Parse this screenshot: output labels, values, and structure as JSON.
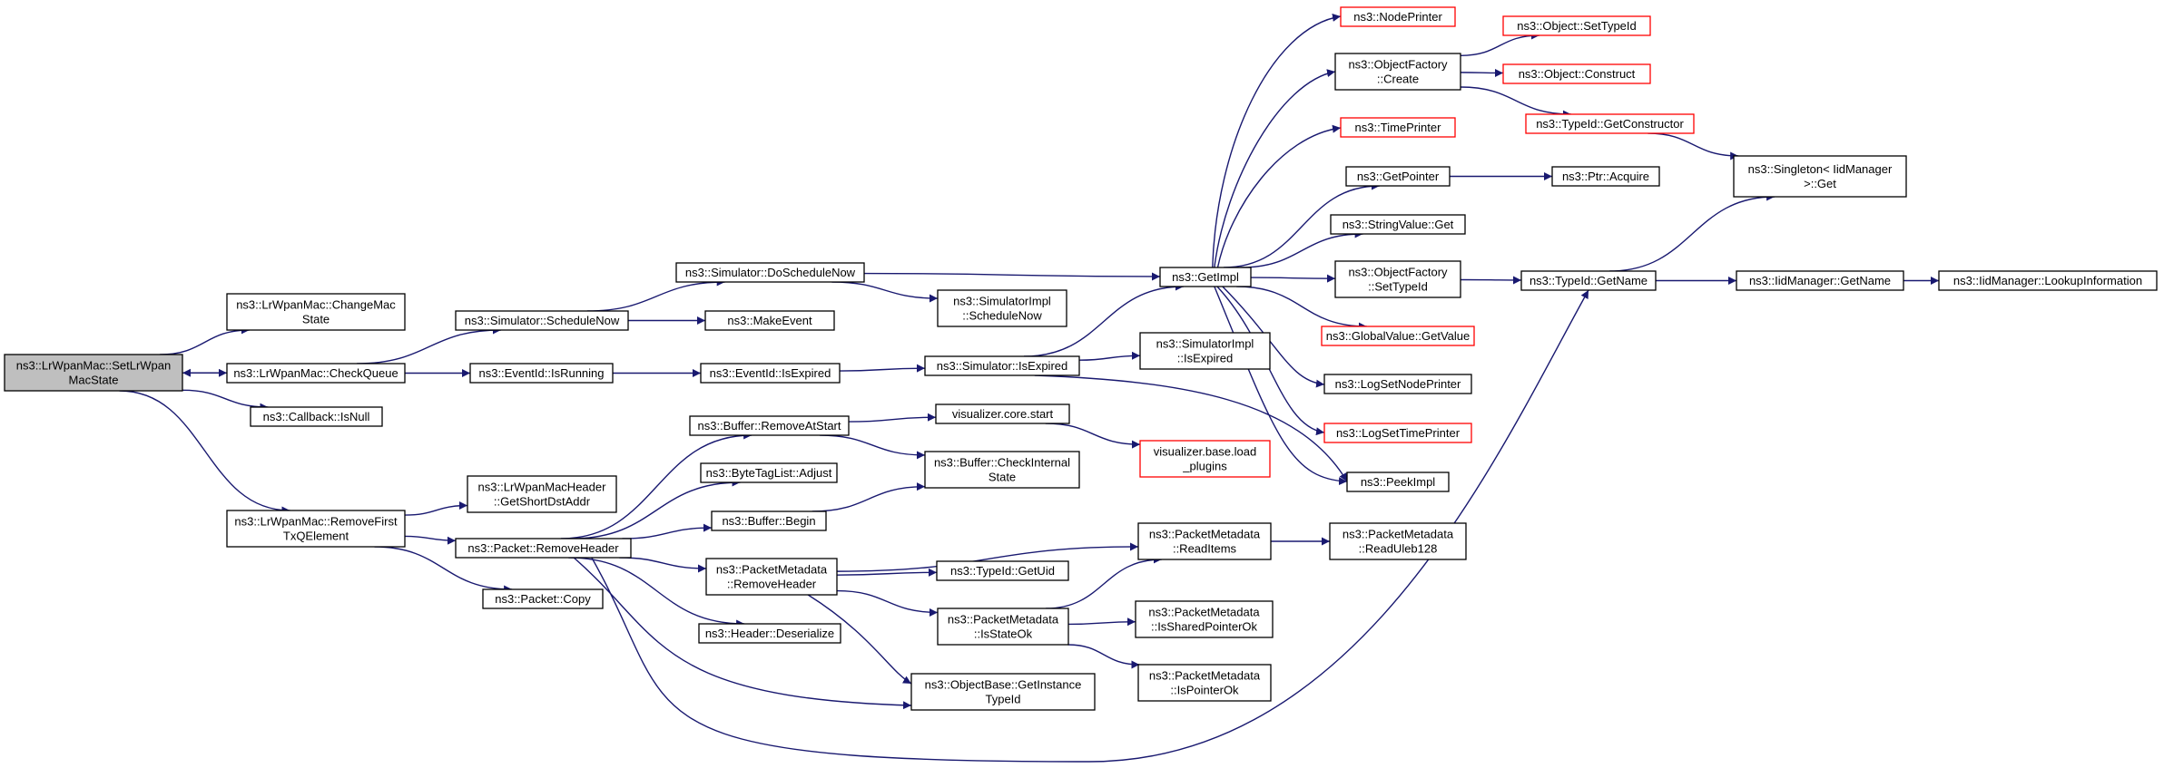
{
  "colors": {
    "edge": "#191970",
    "node_border": "#000000",
    "external_border": "#ff0000",
    "root_fill": "#bfbfbf",
    "node_fill": "#ffffff",
    "text": "#000000"
  },
  "nodes": [
    {
      "id": "setlrwpanmacstate",
      "lines": [
        "ns3::LrWpanMac::SetLrWpan",
        "MacState"
      ],
      "style": "root"
    },
    {
      "id": "changemacstate",
      "lines": [
        "ns3::LrWpanMac::ChangeMac",
        "State"
      ],
      "style": "normal"
    },
    {
      "id": "checkqueue",
      "lines": [
        "ns3::LrWpanMac::CheckQueue"
      ],
      "style": "normal"
    },
    {
      "id": "callback-isnull",
      "lines": [
        "ns3::Callback::IsNull"
      ],
      "style": "normal"
    },
    {
      "id": "removefirsttxqelement",
      "lines": [
        "ns3::LrWpanMac::RemoveFirst",
        "TxQElement"
      ],
      "style": "normal"
    },
    {
      "id": "simulator-schedulenow",
      "lines": [
        "ns3::Simulator::ScheduleNow"
      ],
      "style": "normal"
    },
    {
      "id": "eventid-isrunning",
      "lines": [
        "ns3::EventId::IsRunning"
      ],
      "style": "normal"
    },
    {
      "id": "getshortdstaddr",
      "lines": [
        "ns3::LrWpanMacHeader",
        "::GetShortDstAddr"
      ],
      "style": "normal"
    },
    {
      "id": "packet-removeheader",
      "lines": [
        "ns3::Packet::RemoveHeader"
      ],
      "style": "normal"
    },
    {
      "id": "packet-copy",
      "lines": [
        "ns3::Packet::Copy"
      ],
      "style": "normal"
    },
    {
      "id": "simulator-doschedulenow",
      "lines": [
        "ns3::Simulator::DoScheduleNow"
      ],
      "style": "normal"
    },
    {
      "id": "makeevent",
      "lines": [
        "ns3::MakeEvent"
      ],
      "style": "normal"
    },
    {
      "id": "eventid-isexpired",
      "lines": [
        "ns3::EventId::IsExpired"
      ],
      "style": "normal"
    },
    {
      "id": "buffer-removeatstart",
      "lines": [
        "ns3::Buffer::RemoveAtStart"
      ],
      "style": "normal"
    },
    {
      "id": "bytetaglist-adjust",
      "lines": [
        "ns3::ByteTagList::Adjust"
      ],
      "style": "normal"
    },
    {
      "id": "buffer-begin",
      "lines": [
        "ns3::Buffer::Begin"
      ],
      "style": "normal"
    },
    {
      "id": "packetmetadata-removeheader",
      "lines": [
        "ns3::PacketMetadata",
        "::RemoveHeader"
      ],
      "style": "normal"
    },
    {
      "id": "header-deserialize",
      "lines": [
        "ns3::Header::Deserialize"
      ],
      "style": "normal"
    },
    {
      "id": "simulatorimpl-schedulenow",
      "lines": [
        "ns3::SimulatorImpl",
        "::ScheduleNow"
      ],
      "style": "normal"
    },
    {
      "id": "simulator-isexpired",
      "lines": [
        "ns3::Simulator::IsExpired"
      ],
      "style": "normal"
    },
    {
      "id": "visualizer-core-start",
      "lines": [
        "visualizer.core.start"
      ],
      "style": "normal"
    },
    {
      "id": "buffer-checkinternalstate",
      "lines": [
        "ns3::Buffer::CheckInternal",
        "State"
      ],
      "style": "normal"
    },
    {
      "id": "typeid-getuid",
      "lines": [
        "ns3::TypeId::GetUid"
      ],
      "style": "normal"
    },
    {
      "id": "packetmetadata-isstateok",
      "lines": [
        "ns3::PacketMetadata",
        "::IsStateOk"
      ],
      "style": "normal"
    },
    {
      "id": "objectbase-getinstancetypeid",
      "lines": [
        "ns3::ObjectBase::GetInstance",
        "TypeId"
      ],
      "style": "normal"
    },
    {
      "id": "getimpl",
      "lines": [
        "ns3::GetImpl"
      ],
      "style": "normal"
    },
    {
      "id": "simulatorimpl-isexpired",
      "lines": [
        "ns3::SimulatorImpl",
        "::IsExpired"
      ],
      "style": "normal"
    },
    {
      "id": "visualizer-base-loadplugins",
      "lines": [
        "visualizer.base.load",
        "_plugins"
      ],
      "style": "external"
    },
    {
      "id": "packetmetadata-readitems",
      "lines": [
        "ns3::PacketMetadata",
        "::ReadItems"
      ],
      "style": "normal"
    },
    {
      "id": "packetmetadata-issharedpointerok",
      "lines": [
        "ns3::PacketMetadata",
        "::IsSharedPointerOk"
      ],
      "style": "normal"
    },
    {
      "id": "packetmetadata-ispointerok",
      "lines": [
        "ns3::PacketMetadata",
        "::IsPointerOk"
      ],
      "style": "normal"
    },
    {
      "id": "nodeprinter",
      "lines": [
        "ns3::NodePrinter"
      ],
      "style": "external"
    },
    {
      "id": "objectfactory-create",
      "lines": [
        "ns3::ObjectFactory",
        "::Create"
      ],
      "style": "normal"
    },
    {
      "id": "timeprinter",
      "lines": [
        "ns3::TimePrinter"
      ],
      "style": "external"
    },
    {
      "id": "getpointer",
      "lines": [
        "ns3::GetPointer"
      ],
      "style": "normal"
    },
    {
      "id": "stringvalue-get",
      "lines": [
        "ns3::StringValue::Get"
      ],
      "style": "normal"
    },
    {
      "id": "objectfactory-settypeid",
      "lines": [
        "ns3::ObjectFactory",
        "::SetTypeId"
      ],
      "style": "normal"
    },
    {
      "id": "globalvalue-getvalue",
      "lines": [
        "ns3::GlobalValue::GetValue"
      ],
      "style": "external"
    },
    {
      "id": "logsetnodeprinter",
      "lines": [
        "ns3::LogSetNodePrinter"
      ],
      "style": "normal"
    },
    {
      "id": "logsettimeprinter",
      "lines": [
        "ns3::LogSetTimePrinter"
      ],
      "style": "external"
    },
    {
      "id": "peekimpl",
      "lines": [
        "ns3::PeekImpl"
      ],
      "style": "normal"
    },
    {
      "id": "packetmetadata-readuleb128",
      "lines": [
        "ns3::PacketMetadata",
        "::ReadUleb128"
      ],
      "style": "normal"
    },
    {
      "id": "object-settypeid",
      "lines": [
        "ns3::Object::SetTypeId"
      ],
      "style": "external"
    },
    {
      "id": "object-construct",
      "lines": [
        "ns3::Object::Construct"
      ],
      "style": "external"
    },
    {
      "id": "typeid-getconstructor",
      "lines": [
        "ns3::TypeId::GetConstructor"
      ],
      "style": "external"
    },
    {
      "id": "ptr-acquire",
      "lines": [
        "ns3::Ptr::Acquire"
      ],
      "style": "normal"
    },
    {
      "id": "typeid-getname",
      "lines": [
        "ns3::TypeId::GetName"
      ],
      "style": "normal"
    },
    {
      "id": "singleton-iidmanager-get",
      "lines": [
        "ns3::Singleton< IidManager",
        ">::Get"
      ],
      "style": "normal"
    },
    {
      "id": "iidmanager-getname",
      "lines": [
        "ns3::IidManager::GetName"
      ],
      "style": "normal"
    },
    {
      "id": "iidmanager-lookupinformation",
      "lines": [
        "ns3::IidManager::LookupInformation"
      ],
      "style": "normal"
    }
  ],
  "edges": [
    [
      "setlrwpanmacstate",
      "changemacstate"
    ],
    [
      "setlrwpanmacstate",
      "checkqueue"
    ],
    [
      "setlrwpanmacstate",
      "callback-isnull"
    ],
    [
      "setlrwpanmacstate",
      "removefirsttxqelement"
    ],
    [
      "checkqueue",
      "setlrwpanmacstate"
    ],
    [
      "checkqueue",
      "simulator-schedulenow"
    ],
    [
      "checkqueue",
      "eventid-isrunning"
    ],
    [
      "simulator-schedulenow",
      "simulator-doschedulenow"
    ],
    [
      "simulator-schedulenow",
      "makeevent"
    ],
    [
      "simulator-doschedulenow",
      "getimpl"
    ],
    [
      "simulator-doschedulenow",
      "simulatorimpl-schedulenow"
    ],
    [
      "eventid-isrunning",
      "eventid-isexpired"
    ],
    [
      "eventid-isexpired",
      "simulator-isexpired"
    ],
    [
      "simulator-isexpired",
      "getimpl"
    ],
    [
      "simulator-isexpired",
      "simulatorimpl-isexpired"
    ],
    [
      "simulator-isexpired",
      "peekimpl"
    ],
    [
      "removefirsttxqelement",
      "getshortdstaddr"
    ],
    [
      "removefirsttxqelement",
      "packet-removeheader"
    ],
    [
      "removefirsttxqelement",
      "packet-copy"
    ],
    [
      "packet-removeheader",
      "buffer-removeatstart"
    ],
    [
      "packet-removeheader",
      "bytetaglist-adjust"
    ],
    [
      "packet-removeheader",
      "buffer-begin"
    ],
    [
      "packet-removeheader",
      "packetmetadata-removeheader"
    ],
    [
      "packet-removeheader",
      "header-deserialize"
    ],
    [
      "packet-removeheader",
      "objectbase-getinstancetypeid"
    ],
    [
      "packet-removeheader",
      "typeid-getname"
    ],
    [
      "buffer-removeatstart",
      "visualizer-core-start"
    ],
    [
      "buffer-removeatstart",
      "buffer-checkinternalstate"
    ],
    [
      "buffer-begin",
      "buffer-checkinternalstate"
    ],
    [
      "visualizer-core-start",
      "visualizer-base-loadplugins"
    ],
    [
      "packetmetadata-removeheader",
      "packetmetadata-readitems"
    ],
    [
      "packetmetadata-removeheader",
      "typeid-getuid"
    ],
    [
      "packetmetadata-removeheader",
      "packetmetadata-isstateok"
    ],
    [
      "packetmetadata-removeheader",
      "objectbase-getinstancetypeid"
    ],
    [
      "packetmetadata-isstateok",
      "packetmetadata-readitems"
    ],
    [
      "packetmetadata-isstateok",
      "packetmetadata-issharedpointerok"
    ],
    [
      "packetmetadata-isstateok",
      "packetmetadata-ispointerok"
    ],
    [
      "packetmetadata-readitems",
      "packetmetadata-readuleb128"
    ],
    [
      "getimpl",
      "nodeprinter"
    ],
    [
      "getimpl",
      "objectfactory-create"
    ],
    [
      "getimpl",
      "timeprinter"
    ],
    [
      "getimpl",
      "getpointer"
    ],
    [
      "getimpl",
      "stringvalue-get"
    ],
    [
      "getimpl",
      "objectfactory-settypeid"
    ],
    [
      "getimpl",
      "globalvalue-getvalue"
    ],
    [
      "getimpl",
      "logsetnodeprinter"
    ],
    [
      "getimpl",
      "logsettimeprinter"
    ],
    [
      "getimpl",
      "peekimpl"
    ],
    [
      "objectfactory-create",
      "object-settypeid"
    ],
    [
      "objectfactory-create",
      "object-construct"
    ],
    [
      "objectfactory-create",
      "typeid-getconstructor"
    ],
    [
      "getpointer",
      "ptr-acquire"
    ],
    [
      "objectfactory-settypeid",
      "typeid-getname"
    ],
    [
      "typeid-getconstructor",
      "singleton-iidmanager-get"
    ],
    [
      "typeid-getname",
      "singleton-iidmanager-get"
    ],
    [
      "typeid-getname",
      "iidmanager-getname"
    ],
    [
      "iidmanager-getname",
      "iidmanager-lookupinformation"
    ]
  ]
}
